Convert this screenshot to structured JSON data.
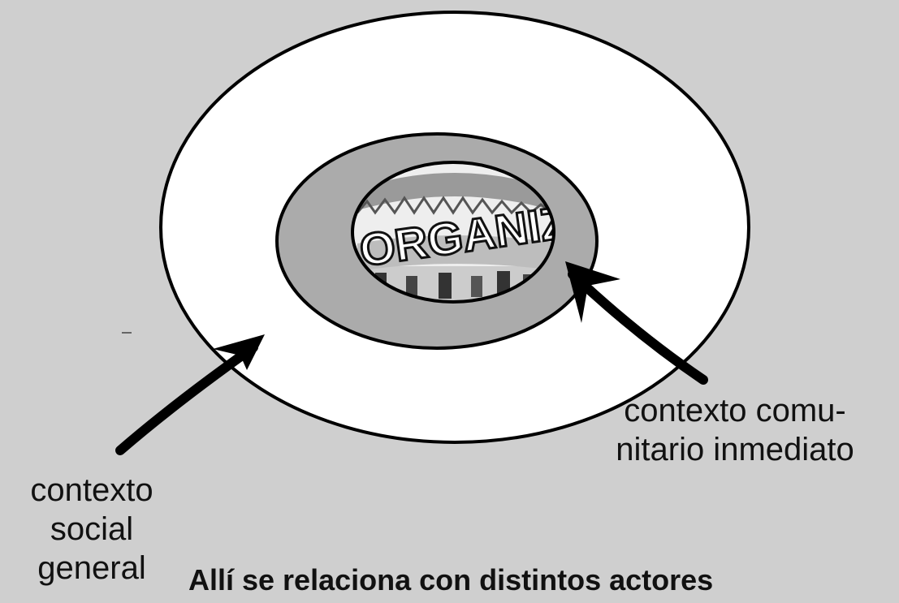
{
  "diagram": {
    "center_text": "ORGANIZAC",
    "labels": {
      "social_line1": "contexto",
      "social_line2": "social",
      "social_line3": "general",
      "community_line1": "contexto comu-",
      "community_line2": "nitario inmediato"
    },
    "caption": "Allí se relaciona con distintos actores"
  },
  "colors": {
    "background": "#cfcfcf",
    "outer_ring": "#ffffff",
    "middle_ring": "#ababab",
    "outline": "#000000"
  }
}
